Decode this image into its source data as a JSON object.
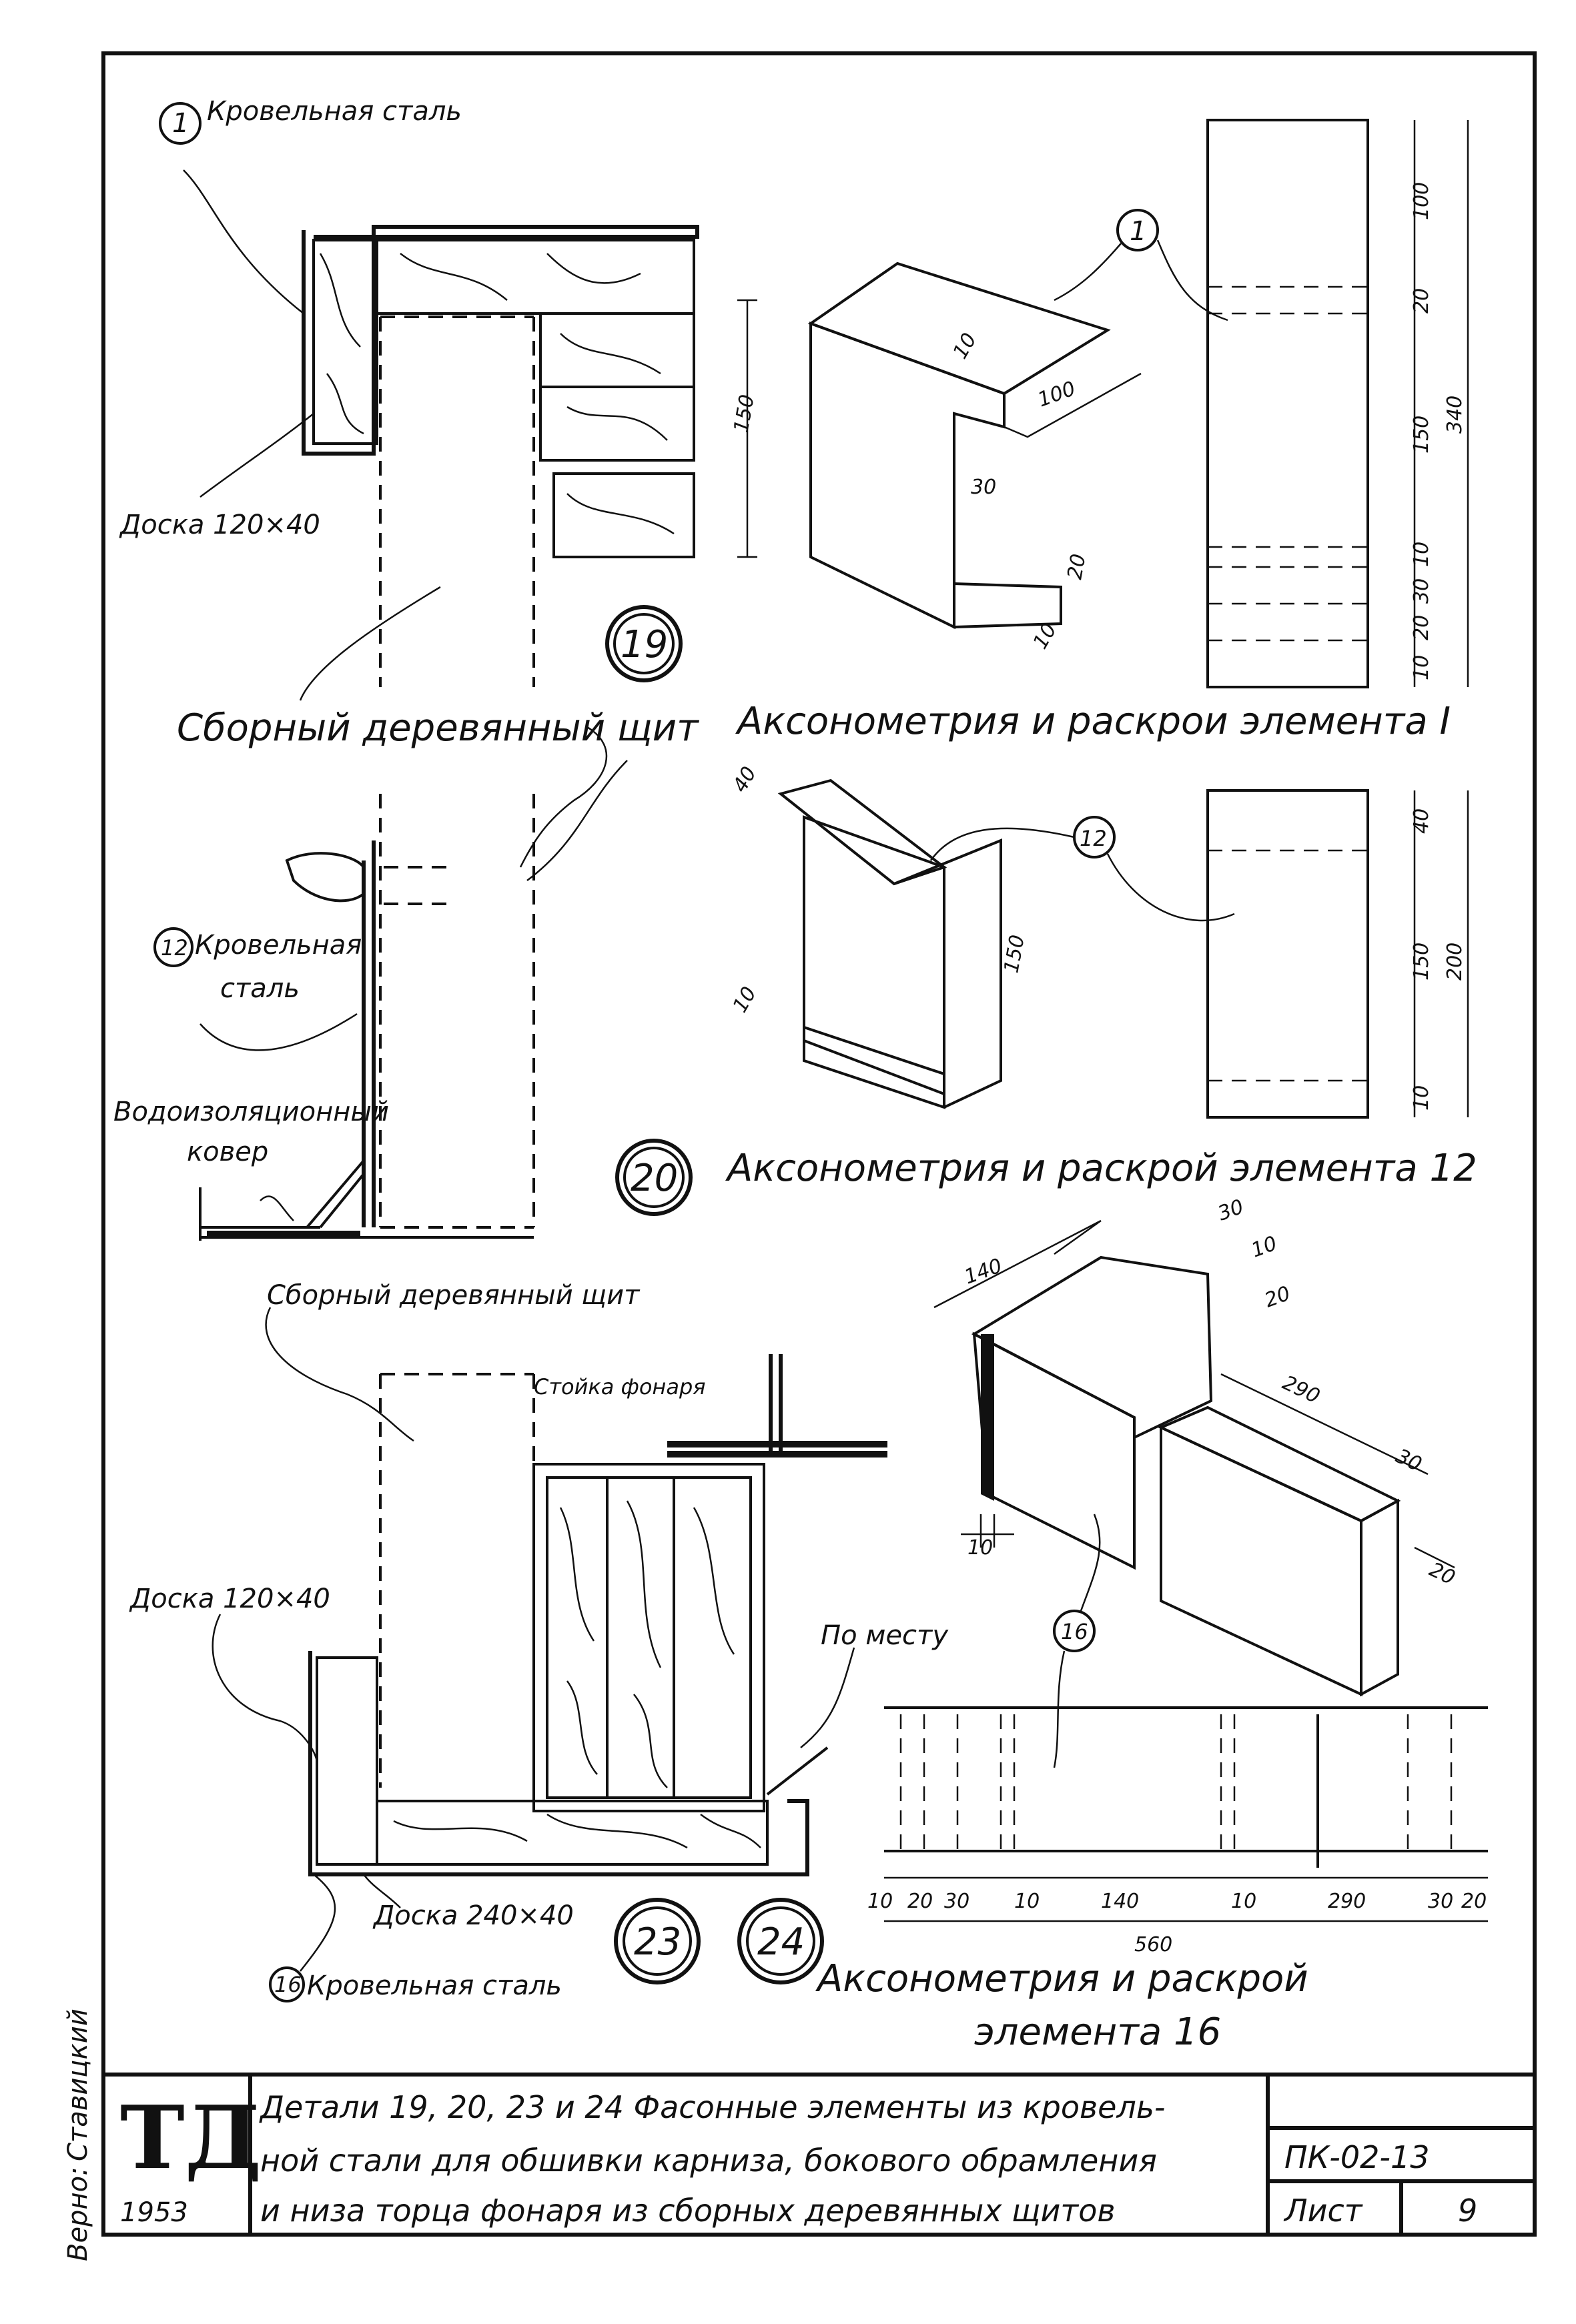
{
  "labels": {
    "roof_steel_1": "Кровельная сталь",
    "board_120x40_a": "Доска 120×40",
    "panel_1": "Сборный деревянный щит",
    "caption_el1": "Аксонометрия и раскрои элемента I",
    "roof_steel_12_a": "Кровельная",
    "roof_steel_12_b": "сталь",
    "waterproof_a": "Водоизоляционный",
    "waterproof_b": "ковер",
    "caption_el12": "Аксонометрия и раскрой элемента 12",
    "panel_2": "Сборный деревянный щит",
    "lantern_post": "Стойка фонаря",
    "in_place": "По месту",
    "board_120x40_b": "Доска 120×40",
    "board_240x40": "Доска 240×40",
    "roof_steel_16": "Кровельная сталь",
    "caption_el16_a": "Аксонометрия и раскрой",
    "caption_el16_b": "элемента 16",
    "verified": "Верно:",
    "signature": "Ставицкий"
  },
  "markers": {
    "m1": "1",
    "m12": "12",
    "m16": "16",
    "m1_small": "1",
    "m12_small": "12",
    "m16_small": "16",
    "d19": "19",
    "d20": "20",
    "d23": "23",
    "d24": "24"
  },
  "dims": {
    "el1_150": "150",
    "el1_100": "100",
    "el1_30": "30",
    "el1_20": "20",
    "el1_10": "10",
    "el1_10b": "10",
    "el1_cut_100": "100",
    "el1_cut_20": "20",
    "el1_cut_150": "150",
    "el1_cut_340": "340",
    "el1_cut_10": "10",
    "el1_cut_30": "30",
    "el1_cut_20b": "20",
    "el1_cut_10b": "10",
    "el12_40": "40",
    "el12_150": "150",
    "el12_10": "10",
    "el12_cut_40": "40",
    "el12_cut_150": "150",
    "el12_cut_200": "200",
    "el12_cut_10": "10",
    "el16_140": "140",
    "el16_30": "30",
    "el16_10": "10",
    "el16_20": "20",
    "el16_290": "290",
    "el16_30b": "30",
    "el16_20b": "20",
    "el16_10b": "10",
    "el16_cut": [
      "10",
      "20",
      "30",
      "10",
      "140",
      "10",
      "290",
      "30",
      "20"
    ],
    "el16_cut_total": "560"
  },
  "title_block": {
    "logo": "ТД",
    "year": "1953",
    "description_1": "Детали 19, 20, 23 и 24 Фасонные элементы из кровель-",
    "description_2": "ной стали для обшивки карниза, бокового обрамления",
    "description_3": "и низа торца фонаря из сборных деревянных щитов",
    "code": "ПК-02-13",
    "sheet_label": "Лист",
    "sheet_number": "9"
  }
}
